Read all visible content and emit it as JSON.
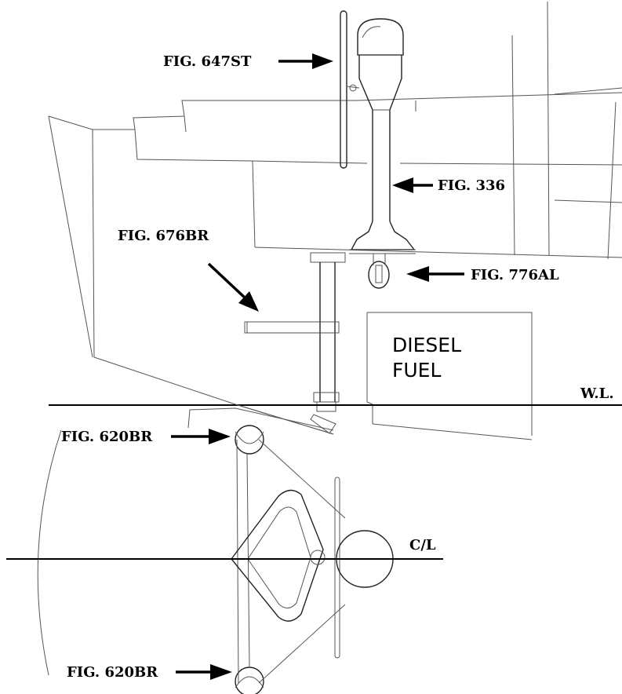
{
  "labels": {
    "fig_647st": "FIG. 647ST",
    "fig_336": "FIG. 336",
    "fig_676br": "FIG. 676BR",
    "fig_776al": "FIG. 776AL",
    "fig_620br_top": "FIG. 620BR",
    "fig_620br_bottom": "FIG. 620BR",
    "diesel": "DIESEL",
    "fuel": "FUEL",
    "waterline": "W.L.",
    "centerline": "C/L"
  },
  "colors": {
    "ink": "#000000",
    "line": "#555555",
    "background": "#ffffff"
  }
}
